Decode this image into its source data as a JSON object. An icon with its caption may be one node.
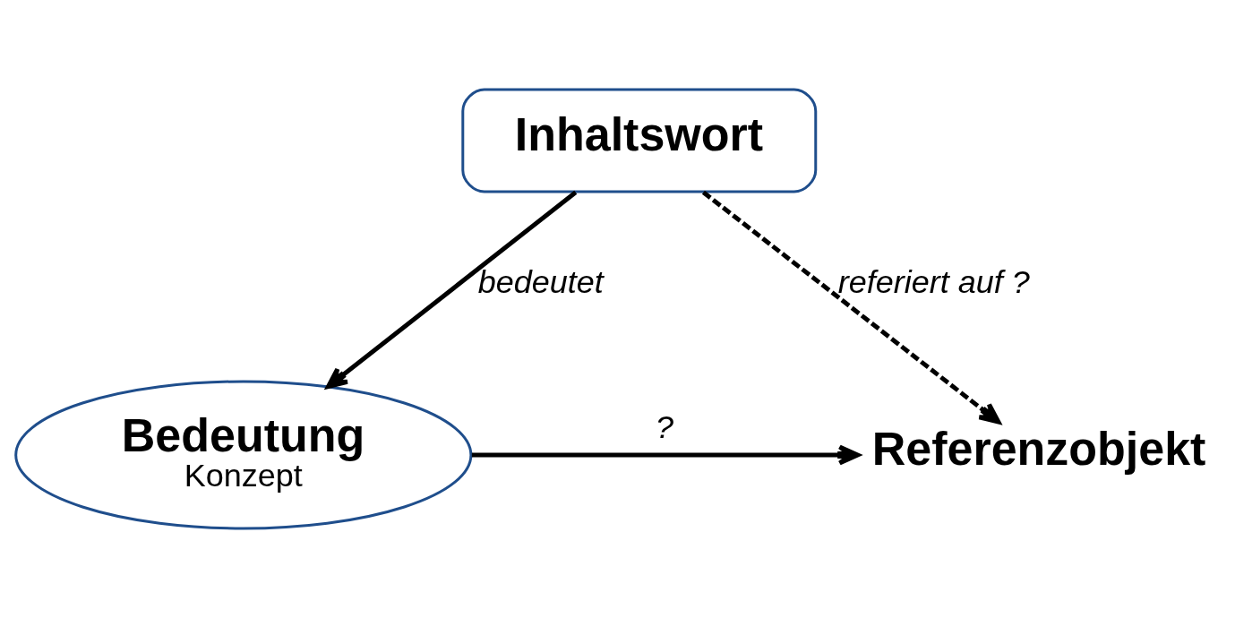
{
  "diagram": {
    "nodes": [
      {
        "text": [
          "Inhaltswort"
        ]
      },
      {
        "text": [
          "Bedeutung",
          "Konzept"
        ]
      },
      {
        "text": [
          "Referenzobjekt"
        ]
      }
    ],
    "edges": [
      {
        "from": 0,
        "to": 1,
        "arrow": "to",
        "label": "bedeutet"
      },
      {
        "from": 0,
        "to": 2,
        "arrow": "to",
        "label": "referiert auf ?",
        "style": "dashed"
      },
      {
        "from": 1,
        "to": 2,
        "arrow": "to",
        "label": "?"
      }
    ]
  }
}
